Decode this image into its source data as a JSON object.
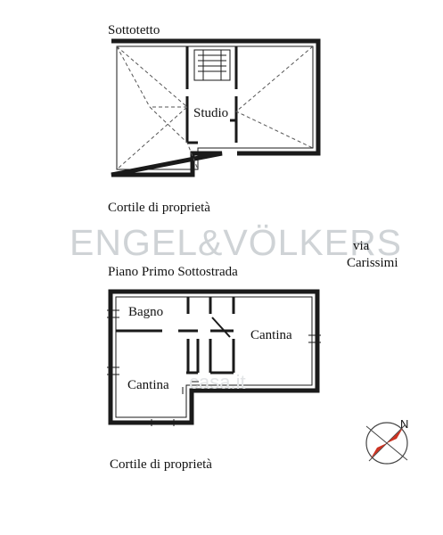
{
  "floors": {
    "attic": {
      "title": "Sottotetto",
      "rooms": {
        "studio": "Studio"
      },
      "courtyard": "Cortile di proprietà"
    },
    "basement": {
      "title": "Piano Primo Sottostrada",
      "rooms": {
        "bathroom": "Bagno",
        "cellar_right": "Cantina",
        "cellar_left": "Cantina"
      },
      "courtyard": "Cortile di proprietà"
    }
  },
  "street": {
    "line1": "via",
    "line2": "Carissimi"
  },
  "watermark": {
    "brand": "ENGEL&VÖLKERS",
    "secondary": "casa.it"
  },
  "compass": {
    "north": "N"
  },
  "colors": {
    "wall": "#1a1a1a",
    "dashed": "#555555",
    "watermark": "#cfd3d6",
    "compass": "#cc3322"
  }
}
